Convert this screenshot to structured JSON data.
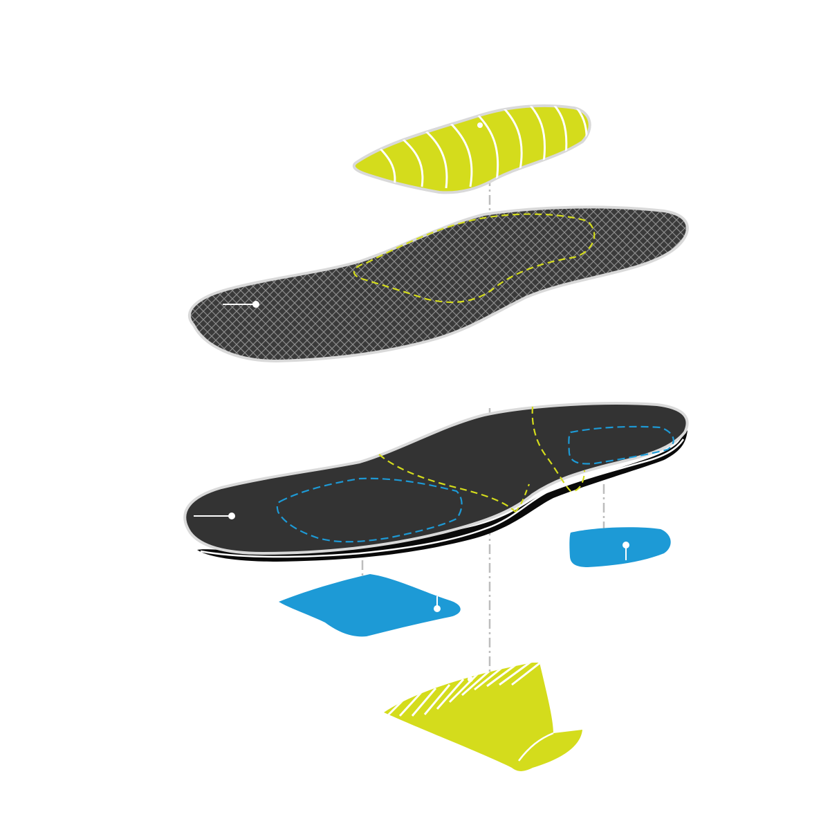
{
  "colors": {
    "background": "#ffffff",
    "lime": "#d4dc1c",
    "blue": "#1d9ad6",
    "charcoal": "#333333",
    "black": "#0a0a0a",
    "outline": "#d9d9d9",
    "guide": "#bdbdbd",
    "mesh_bg": "#3a3a3a",
    "mesh_line": "#8c8c8c"
  },
  "layers": [
    {
      "id": "top-cap",
      "fill": "lime",
      "pattern": "diagonal-stripes",
      "shape": "forefoot-cap"
    },
    {
      "id": "mesh-top-sheet",
      "fill": "charcoal",
      "pattern": "crosshatch-mesh",
      "shape": "full-insole"
    },
    {
      "id": "foam-base",
      "fill": "charcoal",
      "pattern": "solid",
      "shape": "full-insole"
    },
    {
      "id": "heel-pad",
      "fill": "blue",
      "pattern": "solid",
      "shape": "heel-pad"
    },
    {
      "id": "forefoot-pad",
      "fill": "blue",
      "pattern": "solid",
      "shape": "forefoot-pad"
    },
    {
      "id": "heel-cup",
      "fill": "lime",
      "pattern": "partial-stripes",
      "shape": "heel-cup"
    }
  ],
  "callout_markers": 6,
  "guide_style": "dash-dot"
}
